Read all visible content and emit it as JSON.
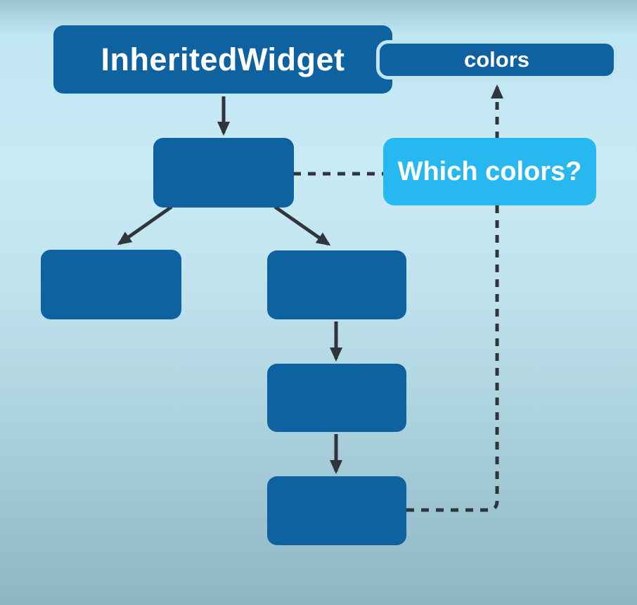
{
  "palette": {
    "background_top": "#9cc4d1",
    "background_mid": "#c8eaf5",
    "background_bottom": "#8db5c2",
    "node_fill": "#0e62a0",
    "highlight_fill": "#26b8ee",
    "pill_fill": "#0e62a0",
    "pill_border": "#bfe4f0",
    "connector": "#2f353a",
    "label_text": "#ffffff"
  },
  "diagram": {
    "root_node": {
      "label": "InheritedWidget"
    },
    "data_pill": {
      "label": "colors"
    },
    "question_bubble": {
      "label": "Which colors?"
    },
    "nodes": [
      {
        "id": "child",
        "label": ""
      },
      {
        "id": "grandchild-left",
        "label": ""
      },
      {
        "id": "grandchild-right",
        "label": ""
      },
      {
        "id": "great-grandchild",
        "label": ""
      },
      {
        "id": "leaf",
        "label": ""
      }
    ],
    "connections": {
      "solid_arrows": [
        "root-node -> child",
        "child -> grandchild-left",
        "child -> grandchild-right",
        "grandchild-right -> great-grandchild",
        "great-grandchild -> leaf"
      ],
      "dashed_links": [
        "child -- question-bubble",
        "leaf --> data-pill (arrow up)"
      ]
    }
  }
}
